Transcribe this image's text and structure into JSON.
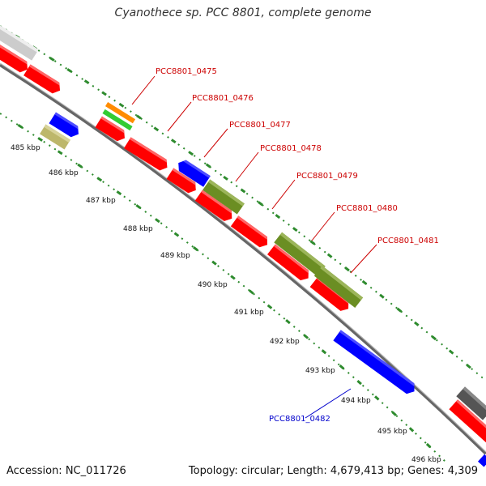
{
  "title": "Cyanothece sp. PCC 8801, complete genome",
  "footer": {
    "accession": "Accession: NC_011726",
    "info": "Topology: circular; Length: 4,679,413 bp; Genes: 4,309"
  },
  "colors": {
    "cds_forward": "#ff0000",
    "cds_reverse": "#0000ff",
    "olive": "#6b8e23",
    "khaki": "#bdb76b",
    "backbone": "#888888",
    "ticks": "#2e8b2e",
    "grey_feature": "#cccccc",
    "dark_grey_feature": "#555555",
    "orange": "#ff8c00",
    "green": "#33cc33"
  },
  "scale_labels": [
    "485 kbp",
    "486 kbp",
    "487 kbp",
    "488 kbp",
    "489 kbp",
    "490 kbp",
    "491 kbp",
    "492 kbp",
    "493 kbp",
    "494 kbp",
    "495 kbp",
    "496 kbp"
  ],
  "gene_labels": [
    {
      "text": "PCC8801_0475",
      "color": "#cc0000"
    },
    {
      "text": "PCC8801_0476",
      "color": "#cc0000"
    },
    {
      "text": "PCC8801_0477",
      "color": "#cc0000"
    },
    {
      "text": "PCC8801_0478",
      "color": "#cc0000"
    },
    {
      "text": "PCC8801_0479",
      "color": "#cc0000"
    },
    {
      "text": "PCC8801_0480",
      "color": "#cc0000"
    },
    {
      "text": "PCC8801_0481",
      "color": "#cc0000"
    },
    {
      "text": "PCC8801_0482",
      "color": "#0000cc"
    }
  ]
}
